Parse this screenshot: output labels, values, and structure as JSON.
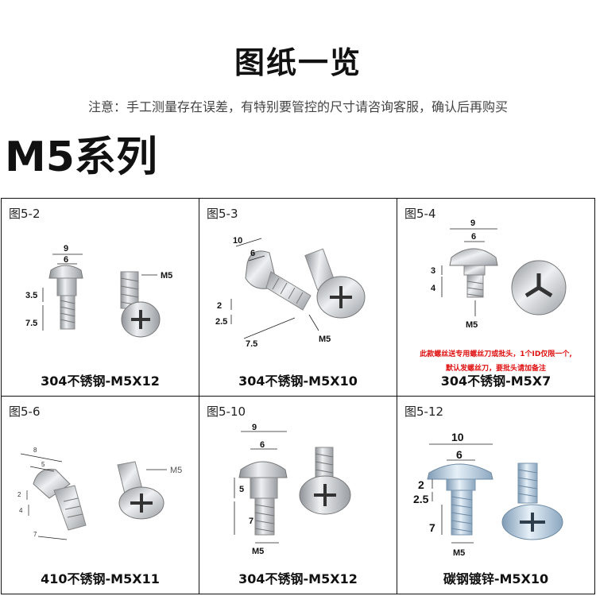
{
  "header": {
    "title": "图纸一览",
    "notice": "注意：手工测量存在误差，有特别要管控的尺寸请咨询客服，确认后再购买"
  },
  "series": {
    "title": "M5系列"
  },
  "colors": {
    "steel": "#c9ccd0",
    "zinc": "#a9c4dc",
    "note": "#e01010"
  },
  "cells": [
    {
      "fig": "图5-2",
      "caption": "304不锈钢-M5X12",
      "dims": {
        "d1": "9",
        "d2": "6",
        "d3": "3.5",
        "d4": "7.5",
        "thread": "M5"
      }
    },
    {
      "fig": "图5-3",
      "caption": "304不锈钢-M5X10",
      "dims": {
        "d1": "10",
        "d2": "6",
        "d3": "2",
        "d4": "2.5",
        "d5": "7.5",
        "thread": "M5"
      }
    },
    {
      "fig": "图5-4",
      "caption": "304不锈钢-M5X7",
      "dims": {
        "d1": "9",
        "d2": "6",
        "d3": "3",
        "d4": "4",
        "thread": "M5"
      },
      "note_line1": "此款螺丝送专用螺丝刀或批头，1个ID仅限一个,",
      "note_line2": "默认发螺丝刀，要批头请加备注"
    },
    {
      "fig": "图5-6",
      "caption": "410不锈钢-M5X11",
      "dims": {
        "d1": "8",
        "d2": "5",
        "d3": "2",
        "d4": "4",
        "d5": "7",
        "thread": "M5"
      }
    },
    {
      "fig": "图5-10",
      "caption": "304不锈钢-M5X12",
      "dims": {
        "d1": "9",
        "d2": "6",
        "d3": "5",
        "d4": "7",
        "thread": "M5"
      }
    },
    {
      "fig": "图5-12",
      "caption": "碳钢镀锌-M5X10",
      "dims": {
        "d1": "10",
        "d2": "6",
        "d3": "2",
        "d4": "2.5",
        "d5": "7",
        "thread": "M5"
      }
    }
  ]
}
